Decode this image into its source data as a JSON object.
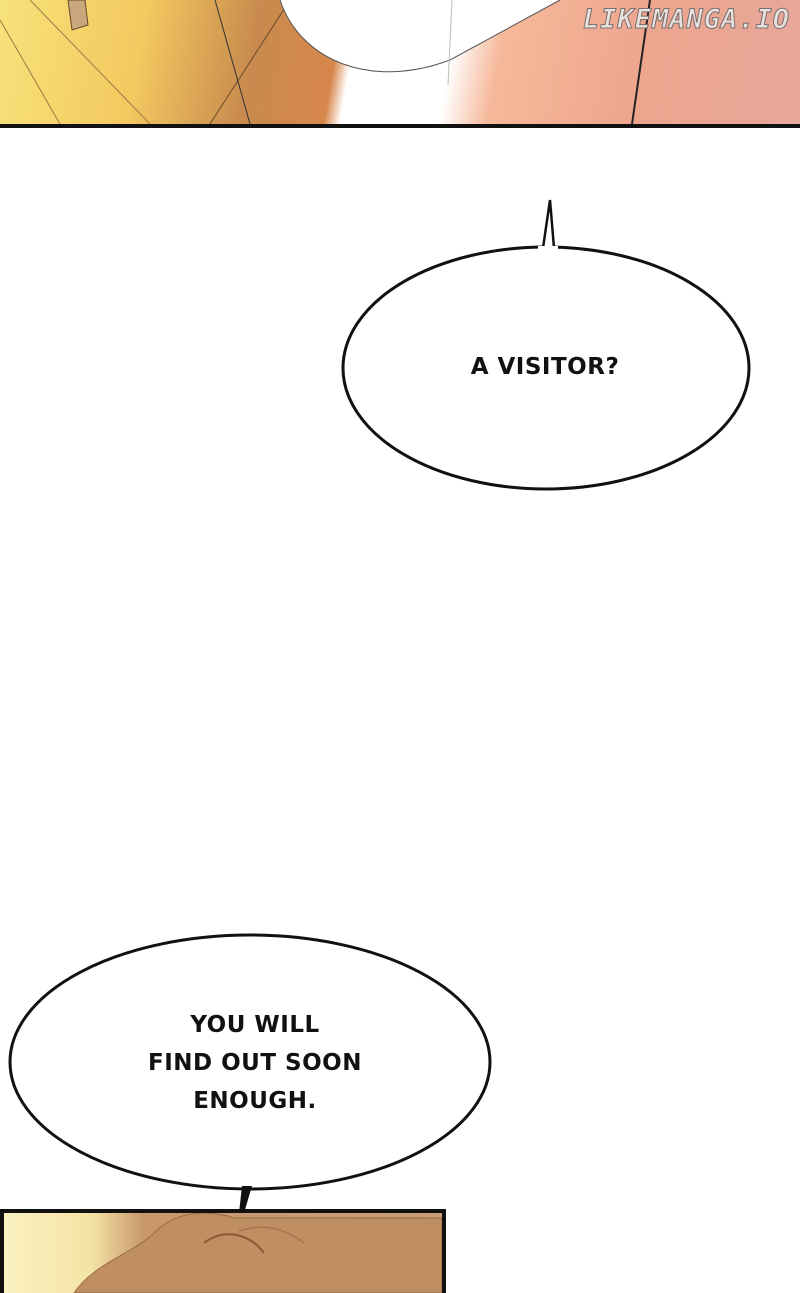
{
  "watermark": "LIKEMANGA.IO",
  "bubbles": [
    {
      "text": "A VISITOR?"
    },
    {
      "lines": [
        "YOU WILL",
        "FIND OUT SOON",
        "ENOUGH."
      ]
    }
  ]
}
